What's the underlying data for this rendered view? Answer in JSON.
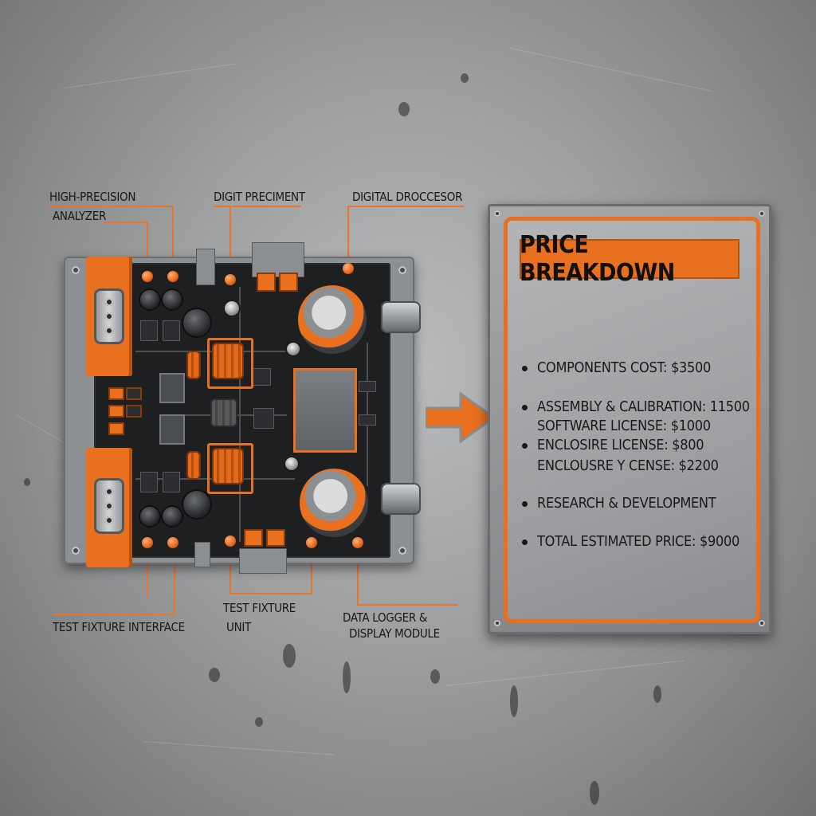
{
  "callouts": {
    "top": [
      {
        "line1": "HIGH-PRECISION",
        "line2": "ANALYZER"
      },
      {
        "line1": "DIGIT PRECIMENT"
      },
      {
        "line1": "DIGITAL DROCCESOR"
      }
    ],
    "bottom": [
      {
        "line1": "TEST FIXTURE INTERFACE"
      },
      {
        "line1": "TEST FIXTURE",
        "line2": "UNIT"
      },
      {
        "line1": "DATA LOGGER &",
        "line2": "DISPLAY MODULE"
      }
    ]
  },
  "price_panel": {
    "title": "PRICE BREAKDOWN",
    "items": [
      {
        "lines": [
          "COMPONENTS COST: $3500"
        ]
      },
      {
        "lines": [
          "ASSEMBLY & CALIBRATION: 11500",
          "SOFTWARE LICENSE: $1000"
        ]
      },
      {
        "lines": [
          "ENCLOSIRE LICENSE: $800",
          "ENCLOUSRE Y CENSE: $2200"
        ]
      },
      {
        "lines": [
          "RESEARCH & DEVELOPMENT"
        ]
      },
      {
        "lines": [
          "TOTAL ESTIMATED PRICE: $9000"
        ]
      }
    ]
  },
  "colors": {
    "accent": "#e8701f",
    "plate": "#9a9c9f",
    "board": "#1d1f21"
  }
}
